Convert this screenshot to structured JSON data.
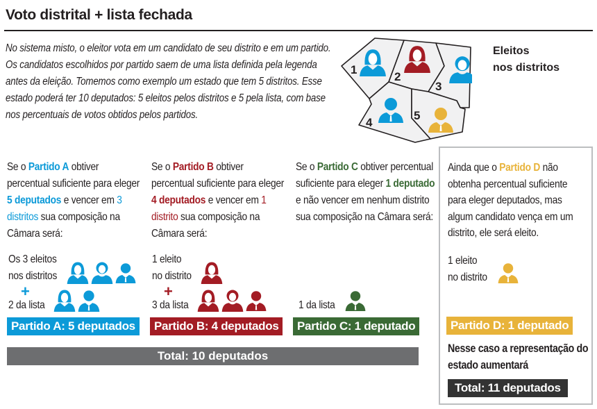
{
  "title": "Voto distrital + lista fechada",
  "intro": "No sistema misto, o eleitor vota em um candidato de seu distrito e em um partido. Os candidatos escolhidos por partido saem de uma lista definida pela legenda antes da eleição. Tomemos como exemplo um estado que tem 5 distritos. Esse estado poderá ter 10 deputados: 5 eleitos pelos distritos e 5 pela lista, com base nos percentuais de votos obtidos pelos partidos.",
  "map": {
    "label_line1": "Eleitos",
    "label_line2": "nos distritos",
    "districts": [
      "1",
      "2",
      "3",
      "4",
      "5"
    ]
  },
  "colors": {
    "a": "#0c9ad8",
    "b": "#a31c24",
    "c": "#3a6a35",
    "d": "#e8b33a",
    "total": "#6d6e70",
    "dark": "#333333"
  },
  "partidoA": {
    "t1": "Se o ",
    "name": "Partido A",
    "t2": " obtiver percentual suficiente para eleger ",
    "seats": "5 deputados",
    "t3": " e vencer em ",
    "districts": "3 distritos",
    "t4": " sua composição na Câmara será:",
    "elected_l1": "Os 3 eleitos",
    "elected_l2": "nos distritos",
    "plus": "+",
    "list": "2 da lista",
    "badge": "Partido A: 5 deputados"
  },
  "partidoB": {
    "t1": "Se o ",
    "name": "Partido B",
    "t2": " obtiver percentual suficiente para eleger ",
    "seats": "4 deputados",
    "t3": " e vencer em ",
    "districts": "1 distrito",
    "t4": " sua composição na Câmara será:",
    "elected_l1": "1 eleito",
    "elected_l2": "no distrito",
    "plus": "+",
    "list": "3 da lista",
    "badge": "Partido B: 4 deputados"
  },
  "partidoC": {
    "t1": "Se o ",
    "name": "Partido C",
    "t2": " obtiver percentual suficiente para eleger ",
    "seats": "1 deputado",
    "t3": " e não vencer em nenhum distrito sua composição na Câmara será:",
    "list": "1 da lista",
    "badge": "Partido C: 1 deputado"
  },
  "partidoD": {
    "t1": "Ainda que o ",
    "name": "Partido D",
    "t2": " não obtenha percentual suficiente para eleger deputados, mas algum candidato vença em um distrito, ele será eleito.",
    "elected_l1": "1 eleito",
    "elected_l2": "no distrito",
    "badge": "Partido D: 1 deputado",
    "note": "Nesse caso a representação do estado aumentará",
    "total": "Total: 11 deputados"
  },
  "total": "Total: 10 deputados"
}
